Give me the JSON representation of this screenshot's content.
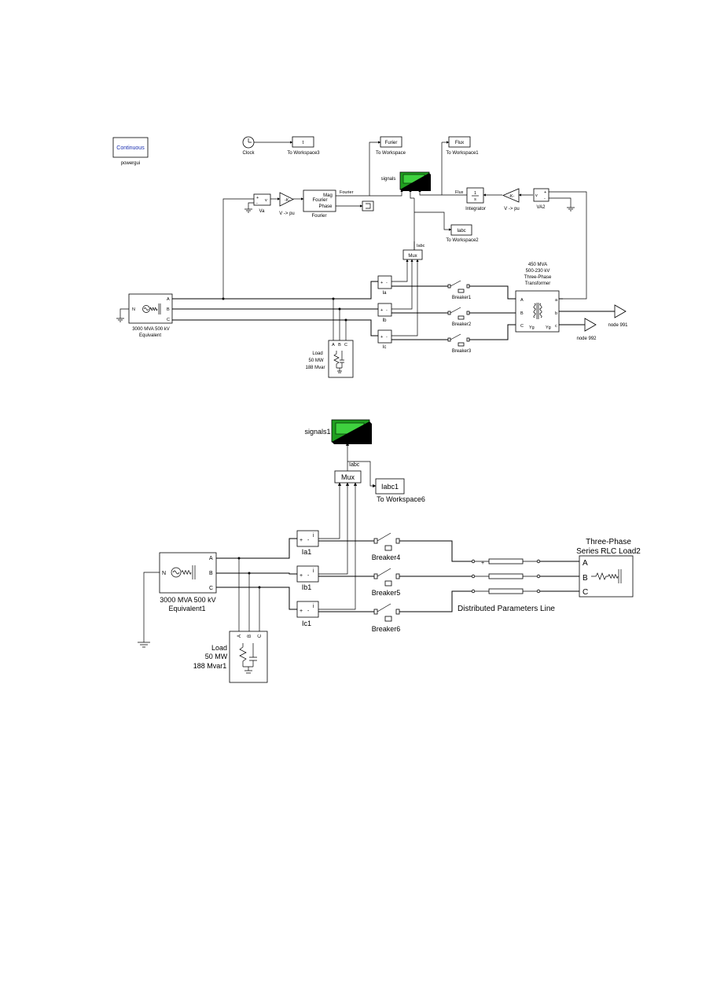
{
  "diagram1": {
    "powergui": {
      "label": "Continuous",
      "caption": "powergui"
    },
    "clock": {
      "caption": "Clock"
    },
    "t_ws": {
      "label": "t",
      "caption": "To Workspace3"
    },
    "furier_ws": {
      "label": "Furier",
      "caption": "To Workspace"
    },
    "flux_ws": {
      "label": "Flux",
      "caption": "To Workspace1"
    },
    "iabc_ws": {
      "label": "Iabc",
      "caption": "To Workspace2"
    },
    "scope": {
      "caption": "signals"
    },
    "va_meas": {
      "caption": "Va",
      "port_plus": "+",
      "port_minus": "-",
      "port_out": "v"
    },
    "gain1": {
      "label": "-K-",
      "caption": "V -> pu"
    },
    "fourier": {
      "line1": "Fourier",
      "line2": "Phase",
      "mag": "Mag",
      "caption": "Fourier",
      "wire_label": "Fourier"
    },
    "integrator": {
      "num": "1",
      "den": "s",
      "caption": "Integrator",
      "wire_label": "Flux"
    },
    "gain2": {
      "label": "-K-",
      "caption": "V -> pu"
    },
    "va2_meas": {
      "caption": "VA2",
      "port_plus": "+",
      "port_minus": "-",
      "port_out": "v"
    },
    "mux": {
      "label": "Mux",
      "wire_label": "Iabc"
    },
    "ia": {
      "caption": "Ia"
    },
    "ib": {
      "caption": "Ib"
    },
    "ic": {
      "caption": "Ic"
    },
    "source": {
      "caption1": "3000 MVA  500 kV",
      "caption2": "Equivalent",
      "port_n": "N",
      "port_a": "A",
      "port_b": "B",
      "port_c": "C"
    },
    "load": {
      "line1": "Load",
      "line2": "50 MW",
      "line3": "188 Mvar",
      "ports": [
        "A",
        "B",
        "C"
      ]
    },
    "breakers": [
      "Breaker1",
      "Breaker2",
      "Breaker3"
    ],
    "transformer": {
      "line1": "450 MVA",
      "line2": "500-230 kV",
      "line3": "Three-Phase",
      "line4": "Transformer",
      "ports_in": [
        "A",
        "B",
        "C"
      ],
      "ports_out": [
        "a",
        "b",
        "c"
      ],
      "wind1": "Yg",
      "wind2": "Yg"
    },
    "node991": {
      "caption": "node 991"
    },
    "node992": {
      "caption": "node 992"
    }
  },
  "diagram2": {
    "scope": {
      "caption": "signals1"
    },
    "mux": {
      "label": "Mux",
      "wire_label": "Iabc"
    },
    "iabc_ws": {
      "label": "Iabc1",
      "caption": "To Workspace6"
    },
    "ia": {
      "caption": "Ia1",
      "port_plus": "+",
      "port_minus": "-",
      "port_out": "i"
    },
    "ib": {
      "caption": "Ib1",
      "port_plus": "+",
      "port_minus": "-",
      "port_out": "i"
    },
    "ic": {
      "caption": "Ic1",
      "port_plus": "+",
      "port_minus": "-",
      "port_out": "i"
    },
    "source": {
      "caption1": "3000 MVA  500 kV",
      "caption2": "Equivalent1",
      "port_n": "N",
      "port_a": "A",
      "port_b": "B",
      "port_c": "C"
    },
    "load": {
      "line1": "Load",
      "line2": "50 MW",
      "line3": "188 Mvar1",
      "ports": [
        "A",
        "B",
        "C"
      ]
    },
    "breakers": [
      "Breaker4",
      "Breaker5",
      "Breaker6"
    ],
    "line": {
      "caption": "Distributed Parameters Line",
      "plus": "+"
    },
    "rlc_load": {
      "line1": "Three-Phase",
      "line2": "Series RLC Load2",
      "ports": [
        "A",
        "B",
        "C"
      ]
    }
  }
}
